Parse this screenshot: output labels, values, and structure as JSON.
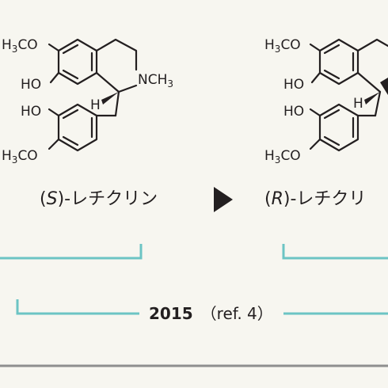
{
  "colors": {
    "background": "#f7f6f0",
    "ink": "#231f20",
    "bracket": "#6cc4c4",
    "rule": "#8e8e8e"
  },
  "left_molecule": {
    "methoxy_top": "H3CO",
    "hydroxy_top": "HO",
    "n_methyl": "NCH3",
    "stereo_h": "H",
    "hydroxy_bottom": "HO",
    "methoxy_bottom": "H3CO",
    "name_stereo": "S",
    "name_rest": "-レチクリン"
  },
  "right_molecule": {
    "methoxy_top": "H3CO",
    "hydroxy_top": "HO",
    "stereo_h": "H",
    "hydroxy_bottom": "HO",
    "methoxy_bottom": "H3CO",
    "name_stereo": "R",
    "name_rest": "-レチクリ"
  },
  "timeline": {
    "year": "2015",
    "reference": "（ref. 4）"
  }
}
